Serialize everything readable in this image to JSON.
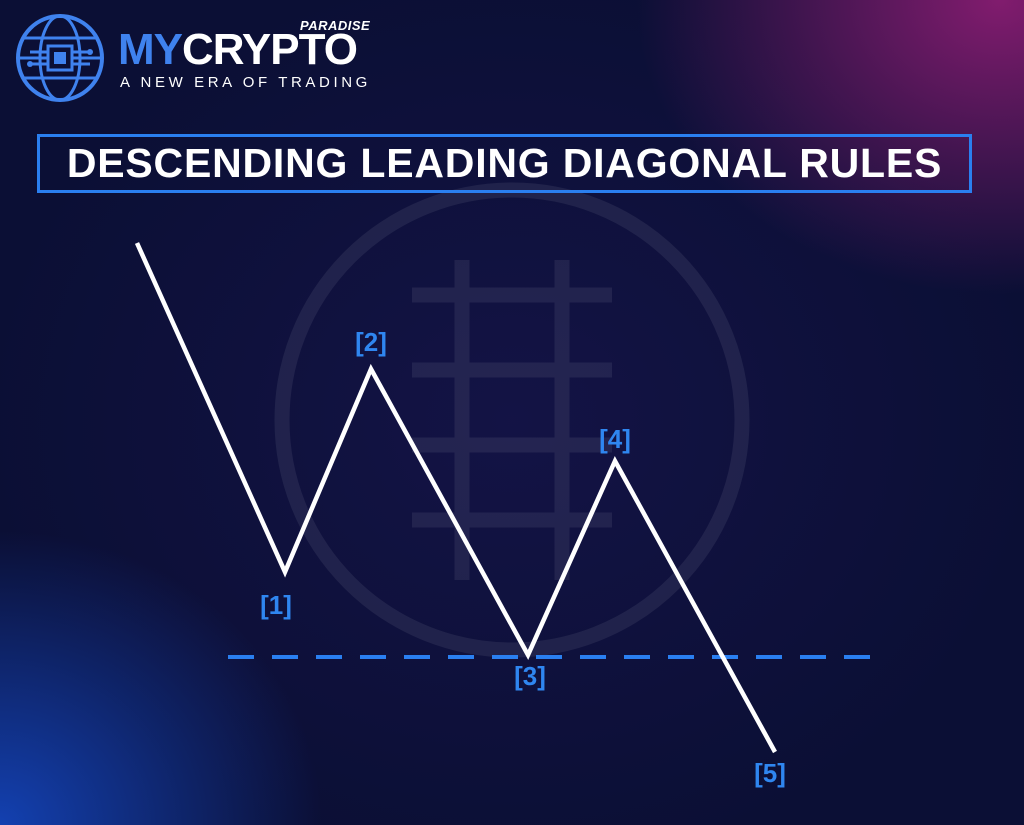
{
  "brand": {
    "name_part1": "MY",
    "name_part2": "CRYPTO",
    "suffix": "PARADISE",
    "tagline": "A NEW ERA OF TRADING",
    "accent_color": "#3f82ee",
    "logo_icon": "globe-circuit-icon"
  },
  "title": "DESCENDING LEADING DIAGONAL RULES",
  "colors": {
    "background": "#0b0f35",
    "wave_line": "#ffffff",
    "labels": "#2f86f0",
    "dashed_line": "#2a7ff0",
    "title_border": "#2a7ff0"
  },
  "diagram": {
    "type": "elliptical wave pattern",
    "wave_labels": [
      "[1]",
      "[2]",
      "[3]",
      "[4]",
      "[5]"
    ],
    "dashed_line": "horizontal line at the level of wave [3] low"
  }
}
